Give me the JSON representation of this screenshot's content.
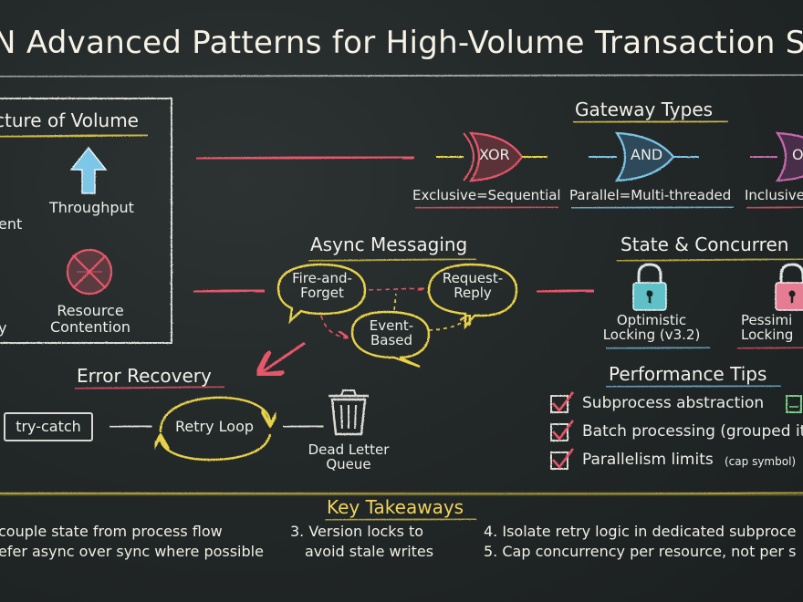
{
  "title": "N Advanced Patterns for High-Volume Transaction Sy",
  "volume": {
    "heading": "cture of Volume",
    "throughput": "Throughput",
    "left_fragment_1": "ent",
    "resource_contention": "Resource\nContention",
    "left_fragment_2": "y"
  },
  "gateways": {
    "heading": "Gateway Types",
    "xor": {
      "symbol": "XOR",
      "caption": "Exclusive=Sequential"
    },
    "and": {
      "symbol": "AND",
      "caption": "Parallel=Multi-threaded"
    },
    "inclusive": {
      "symbol": "O",
      "caption": "Inclusive"
    }
  },
  "async": {
    "heading": "Async Messaging",
    "fire_forget": "Fire-and-\nForget",
    "request_reply": "Request-\nReply",
    "event_based": "Event-\nBased"
  },
  "state": {
    "heading": "State & Concurren",
    "optimistic": "Optimistic\nLocking (v3.2)",
    "pessimistic": "Pessimi\nLocking"
  },
  "error": {
    "heading": "Error Recovery",
    "try_catch": "try-catch",
    "retry_loop": "Retry Loop",
    "dead_letter": "Dead Letter\nQueue"
  },
  "perf": {
    "heading": "Performance Tips",
    "items": [
      {
        "text": "Subprocess abstraction",
        "note": ""
      },
      {
        "text": "Batch processing (grouped it",
        "note": ""
      },
      {
        "text": "Parallelism limits",
        "note": "(cap symbol)"
      }
    ]
  },
  "takeaways": {
    "heading": "Key Takeaways",
    "col1": [
      "couple state from process flow",
      "efer async over sync where possible"
    ],
    "col2": [
      "3. Version locks to",
      "avoid stale writes"
    ],
    "col3": [
      "4. Isolate retry logic in dedicated subproce",
      "5. Cap concurrency per resource, not per s"
    ]
  },
  "colors": {
    "chalk_white": "#eef0ea",
    "yellow": "#e8d24a",
    "pink_red": "#e8566a",
    "blue": "#7cc6e8",
    "magenta": "#c76ab0",
    "teal_lock": "#5fc0c8",
    "pink_lock": "#e47c92"
  }
}
